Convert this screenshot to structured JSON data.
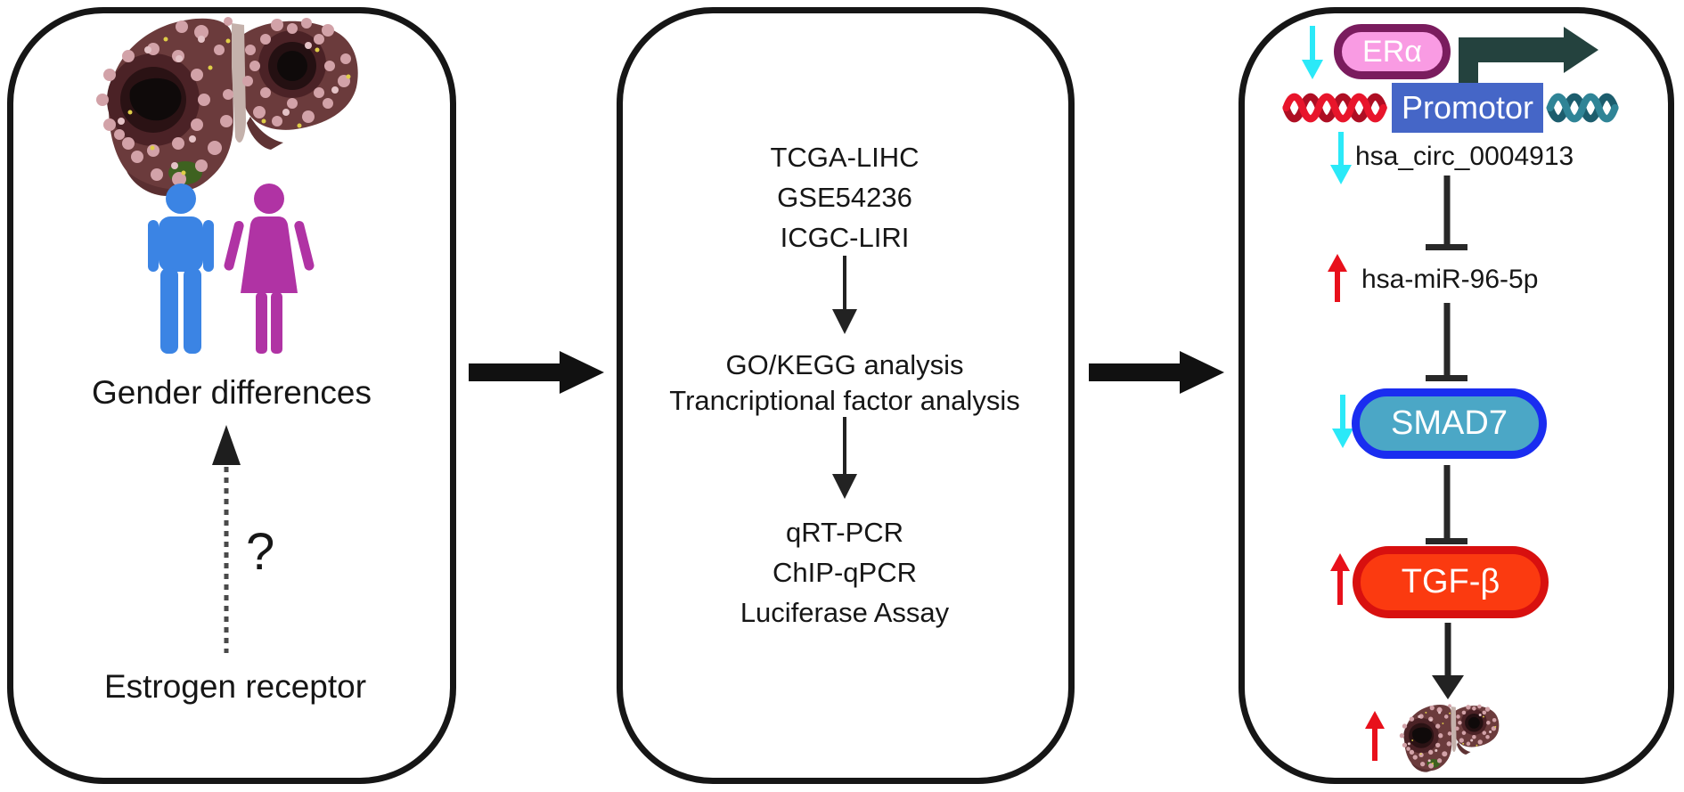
{
  "left_panel": {
    "gender_label": "Gender differences",
    "question_label": "?",
    "estrogen_label": "Estrogen receptor"
  },
  "middle_panel": {
    "datasets": [
      "TCGA-LIHC",
      "GSE54236",
      "ICGC-LIRI"
    ],
    "analyses": [
      "GO/KEGG analysis",
      "Trancriptional factor analysis"
    ],
    "assays": [
      "qRT-PCR",
      "ChIP-qPCR",
      "Luciferase Assay"
    ]
  },
  "right_panel": {
    "era_label": "ERα",
    "promotor_label": "Promotor",
    "circ_label": "hsa_circ_0004913",
    "mirna_label": "hsa-miR-96-5p",
    "smad7_label": "SMAD7",
    "tgfb_label": "TGF-β"
  },
  "colors": {
    "male_icon": "#3B84E4",
    "female_icon": "#B033A4",
    "cyan_arrow": "#2BE9F8",
    "red_arrow": "#E8101B",
    "era_fill": "#F99BE3",
    "era_border": "#7A1C5E",
    "promotor_fill": "#4566C7",
    "smad7_fill": "#4BA7C6",
    "smad7_border": "#1A2DF0",
    "tgfb_fill": "#FB3A10",
    "tgfb_border": "#D8100F",
    "bent_arrow": "#24423E",
    "helix_red": "#E8152B",
    "helix_red_dark": "#AE0E23",
    "helix_teal": "#2F8496",
    "helix_teal_dark": "#1C5D6D",
    "liver_base": "#6B3B3C",
    "liver_nodule": "#D2A2A8"
  }
}
